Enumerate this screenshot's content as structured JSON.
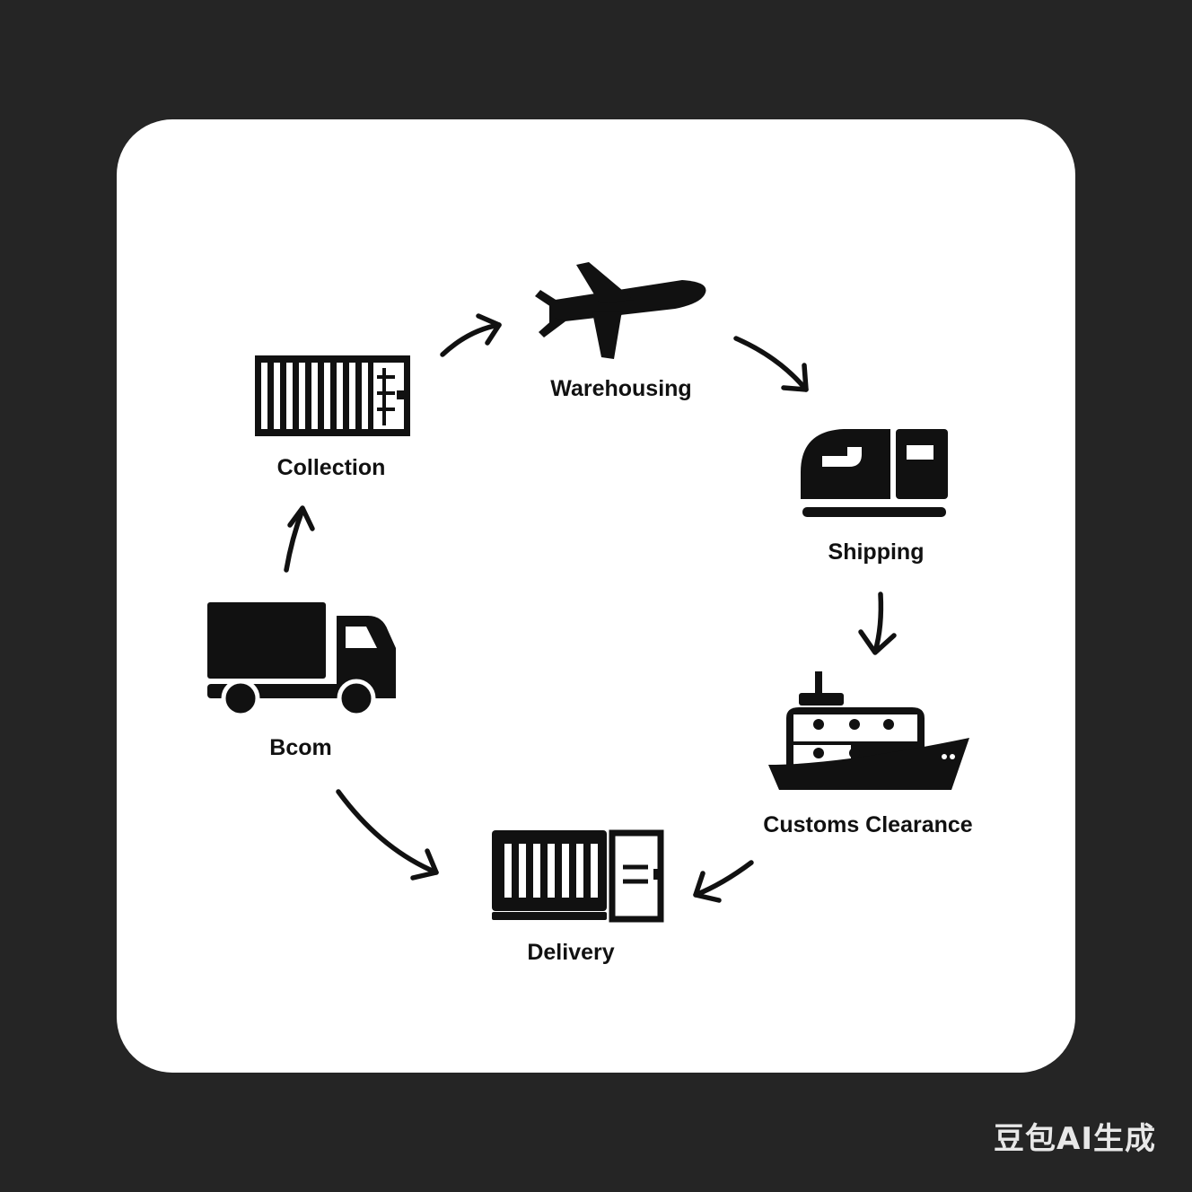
{
  "colors": {
    "background": "#252525",
    "panel": "#ffffff",
    "ink": "#111111",
    "watermark": "#e8e8e8"
  },
  "nodes": [
    {
      "id": "warehousing",
      "label": "Warehousing",
      "icon": "airplane-icon"
    },
    {
      "id": "shipping",
      "label": "Shipping",
      "icon": "train-icon"
    },
    {
      "id": "customs",
      "label": "Customs Clearance",
      "icon": "ship-icon"
    },
    {
      "id": "delivery",
      "label": "Delivery",
      "icon": "container-icon"
    },
    {
      "id": "bcom",
      "label": "Bcom",
      "icon": "truck-icon"
    },
    {
      "id": "collection",
      "label": "Collection",
      "icon": "container-icon"
    }
  ],
  "edges": [
    {
      "from": "collection",
      "to": "warehousing"
    },
    {
      "from": "warehousing",
      "to": "shipping"
    },
    {
      "from": "shipping",
      "to": "customs"
    },
    {
      "from": "customs",
      "to": "delivery"
    },
    {
      "from": "bcom",
      "to": "delivery"
    },
    {
      "from": "bcom",
      "to": "collection"
    }
  ],
  "watermark": "豆包AI生成"
}
